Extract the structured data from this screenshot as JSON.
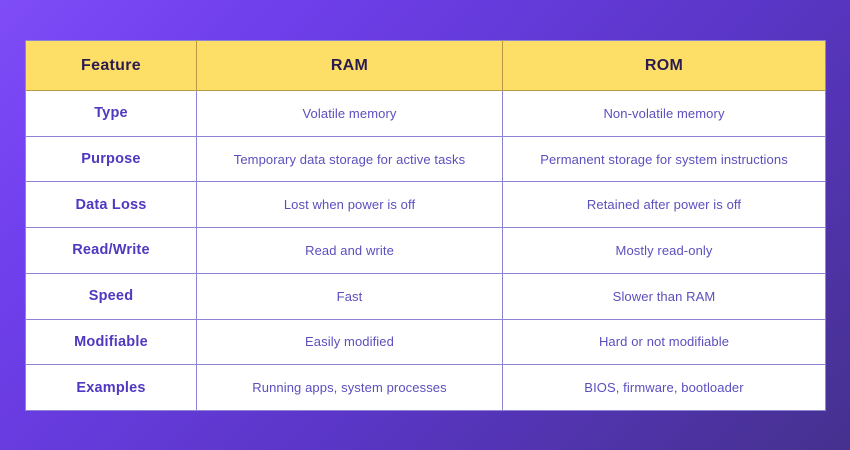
{
  "theme": {
    "background_gradient_from": "#7f4cf7",
    "background_gradient_to": "#45318e",
    "header_background": "#fddf68",
    "header_text_color": "#2b1c4f",
    "row_label_color": "#5038c0",
    "cell_text_color": "#5b4fbe",
    "table_background": "#ffffff",
    "border_color": "#8d84d6"
  },
  "table": {
    "columns": [
      {
        "key": "feature",
        "label": "Feature"
      },
      {
        "key": "ram",
        "label": "RAM"
      },
      {
        "key": "rom",
        "label": "ROM"
      }
    ],
    "rows": [
      {
        "feature": "Type",
        "ram": "Volatile memory",
        "rom": "Non-volatile memory"
      },
      {
        "feature": "Purpose",
        "ram": "Temporary data storage for active tasks",
        "rom": "Permanent storage for system instructions"
      },
      {
        "feature": "Data Loss",
        "ram": "Lost when power is off",
        "rom": "Retained after power is off"
      },
      {
        "feature": "Read/Write",
        "ram": "Read and write",
        "rom": "Mostly read-only"
      },
      {
        "feature": "Speed",
        "ram": "Fast",
        "rom": "Slower than RAM"
      },
      {
        "feature": "Modifiable",
        "ram": "Easily modified",
        "rom": "Hard or not modifiable"
      },
      {
        "feature": "Examples",
        "ram": "Running apps, system processes",
        "rom": "BIOS, firmware, bootloader"
      }
    ]
  }
}
